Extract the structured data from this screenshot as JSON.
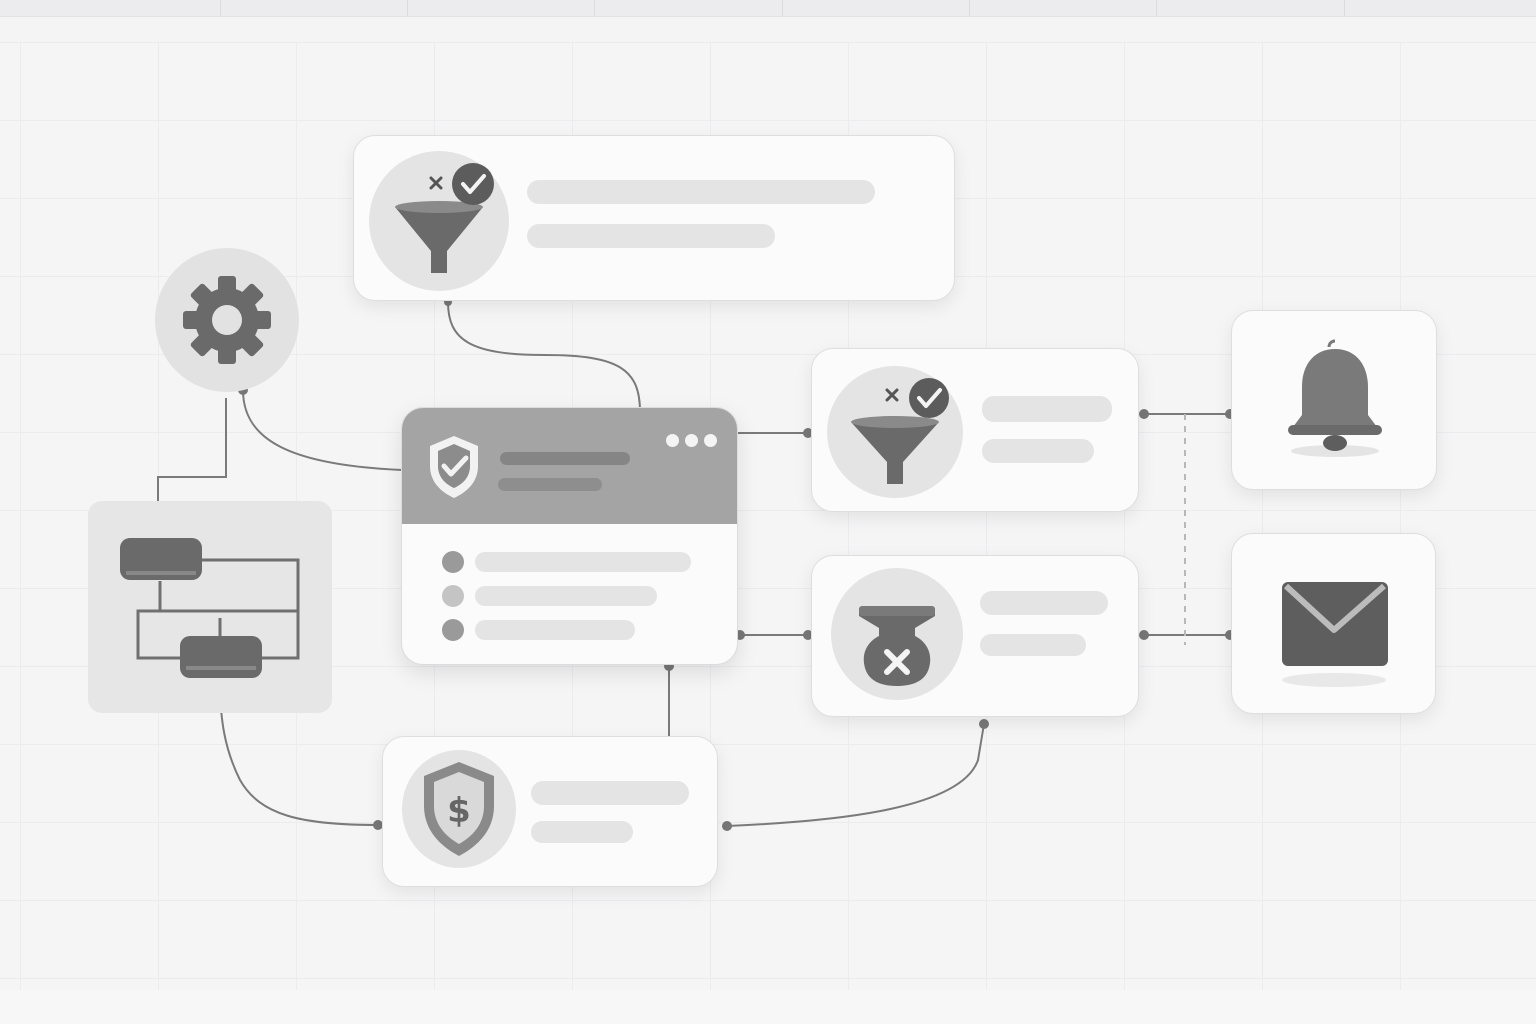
{
  "diagram": {
    "nodes": {
      "settings": {
        "icon": "gear-icon"
      },
      "subflow": {
        "icon": "subflow-diagram-icon"
      },
      "top_filter": {
        "icon": "filter-check-icon"
      },
      "main": {
        "icon": "shield-check-icon",
        "menu_icon": "more-dots-icon",
        "list_items": 3
      },
      "filter_pass": {
        "icon": "filter-check-icon"
      },
      "filter_reject": {
        "icon": "filter-reject-icon"
      },
      "payment": {
        "icon": "shield-dollar-icon"
      },
      "notification": {
        "icon": "bell-icon"
      },
      "email": {
        "icon": "envelope-icon"
      }
    },
    "edges": [
      [
        "top_filter",
        "main"
      ],
      [
        "settings",
        "main"
      ],
      [
        "settings",
        "subflow"
      ],
      [
        "main",
        "filter_pass"
      ],
      [
        "main",
        "filter_reject"
      ],
      [
        "main",
        "payment"
      ],
      [
        "filter_pass",
        "notification"
      ],
      [
        "filter_reject",
        "email"
      ],
      [
        "payment",
        "subflow"
      ],
      [
        "payment",
        "filter_reject"
      ]
    ]
  },
  "colors": {
    "background": "#f5f5f6",
    "card": "#fbfbfb",
    "header": "#a4a4a4",
    "icon": "#6e6e6e",
    "wire": "#7a7a7a",
    "placeholder_bar": "#e4e4e4"
  }
}
